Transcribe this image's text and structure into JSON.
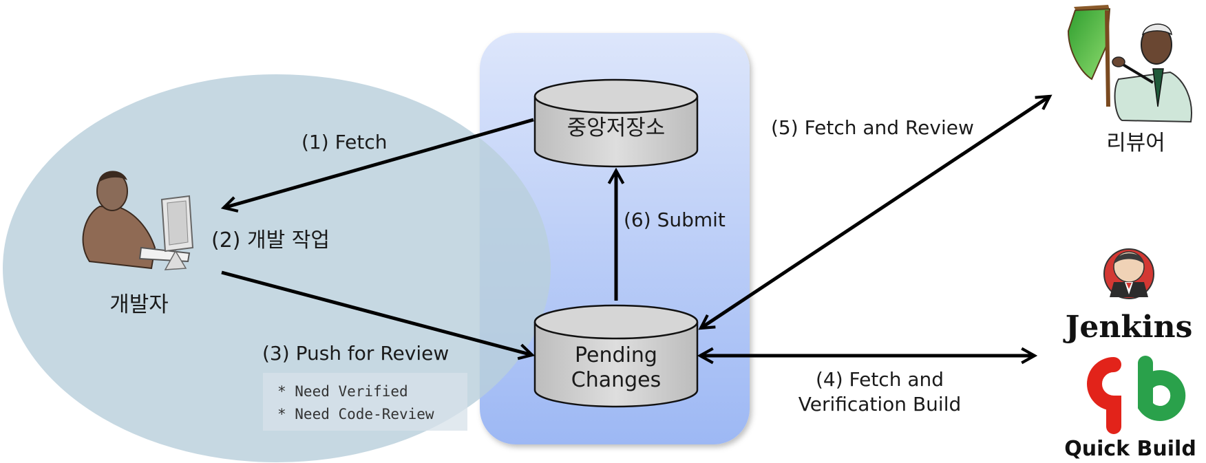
{
  "actors": {
    "developer": {
      "label": "개발자"
    },
    "reviewer": {
      "label": "리뷰어"
    },
    "ci": {
      "jenkins_label": "Jenkins",
      "quickbuild_label": "Quick Build"
    }
  },
  "repositories": {
    "central": {
      "label": "중앙저장소"
    },
    "pending": {
      "line1": "Pending",
      "line2": "Changes"
    }
  },
  "steps": {
    "fetch": "(1) Fetch",
    "develop": "(2) 개발 작업",
    "push": "(3) Push for Review",
    "verify_line1": "(4) Fetch and",
    "verify_line2": "Verification Build",
    "review": "(5) Fetch and Review",
    "submit": "(6) Submit"
  },
  "push_notes": [
    "* Need Verified",
    "* Need Code-Review"
  ],
  "colors": {
    "developer_zone": "#b9cfdc",
    "server_top": "#dde6fb",
    "server_bottom": "#9db8f4",
    "cylinder": "#d0d0d0",
    "arrow": "#000000",
    "jenkins_red": "#d33833",
    "quickbuild_red": "#e2231a",
    "quickbuild_green": "#2aa14b"
  }
}
